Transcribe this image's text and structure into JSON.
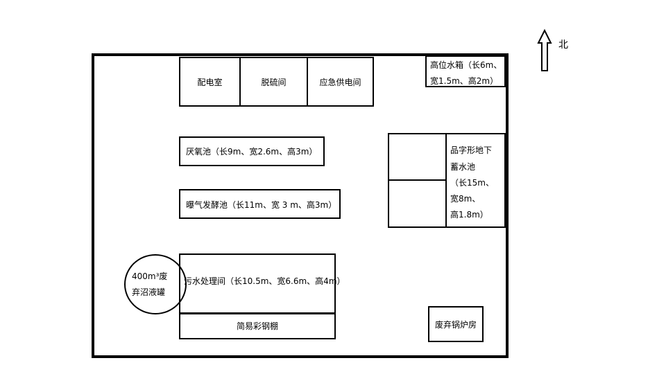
{
  "compass": {
    "north_label": "北"
  },
  "rooms": {
    "power_room": "配电室",
    "desulfurization": "脱硫间",
    "emergency_power": "应急供电间",
    "high_tank_line1": "高位水箱（长6m、",
    "high_tank_line2": "宽1.5m、高2m）",
    "anaerobic_tank": "厌氧池（长9m、宽2.6m、高3m）",
    "aerobic_tank": "曝气发酵池（长11m、宽 3  m、高3m）",
    "underground_lines": [
      "品字形地下",
      "蓄水池",
      "（长15m、",
      "宽8m、",
      "高1.8m）"
    ],
    "biogas_tank_line1": "400m³废",
    "biogas_tank_line2": "弃沼液罐",
    "sewage_room": "污水处理间（长10.5m、宽6.6m、高4m）",
    "steel_shed": "简易彩钢棚",
    "boiler_room": "废弃锅炉房"
  }
}
